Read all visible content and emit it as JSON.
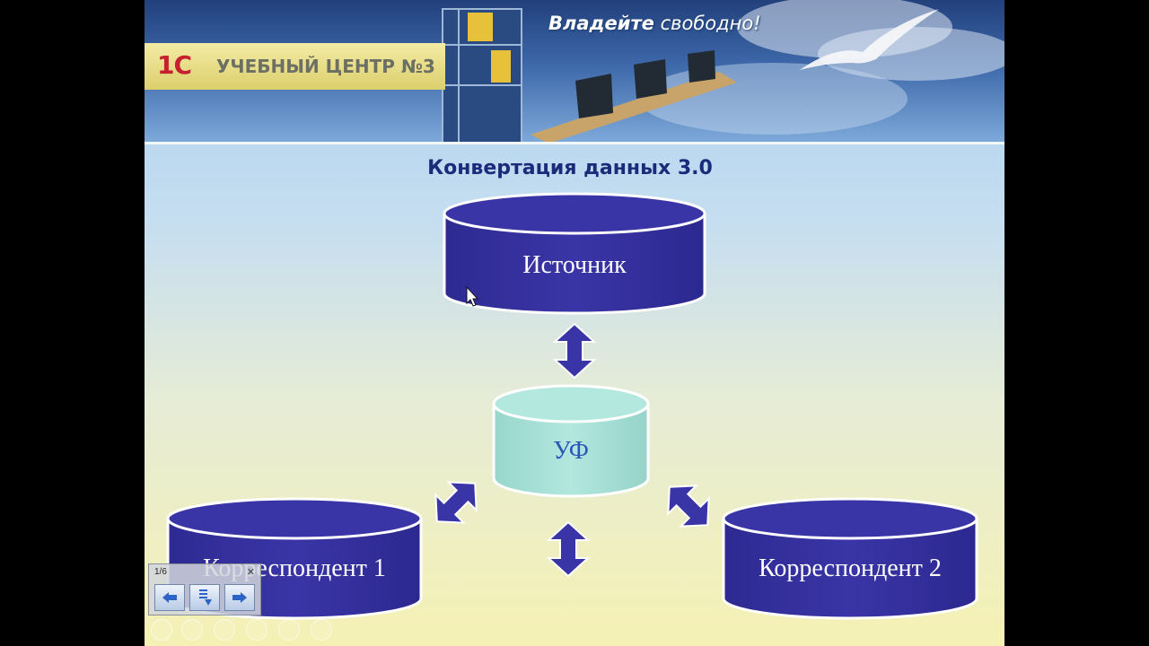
{
  "banner": {
    "logo_1c": "1С",
    "logo_text": "УЧЕБНЫЙ ЦЕНТР №3",
    "slogan_bold": "Владейте",
    "slogan_rest": " свободно!"
  },
  "slide": {
    "title": "Конвертация данных 3.0",
    "nodes": {
      "source": "Источник",
      "uf": "УФ",
      "corr1": "Корреспондент 1",
      "corr2": "Корреспондент 2"
    }
  },
  "navigator": {
    "counter": "1/6",
    "prev_icon": "arrow-left-icon",
    "menu_icon": "slide-menu-icon",
    "next_icon": "arrow-right-icon"
  },
  "colors": {
    "cylinder_blue": "#3a35a6",
    "cylinder_teal": "#a9e2d8",
    "arrow": "#3a35a6",
    "title": "#1c2a7a"
  }
}
